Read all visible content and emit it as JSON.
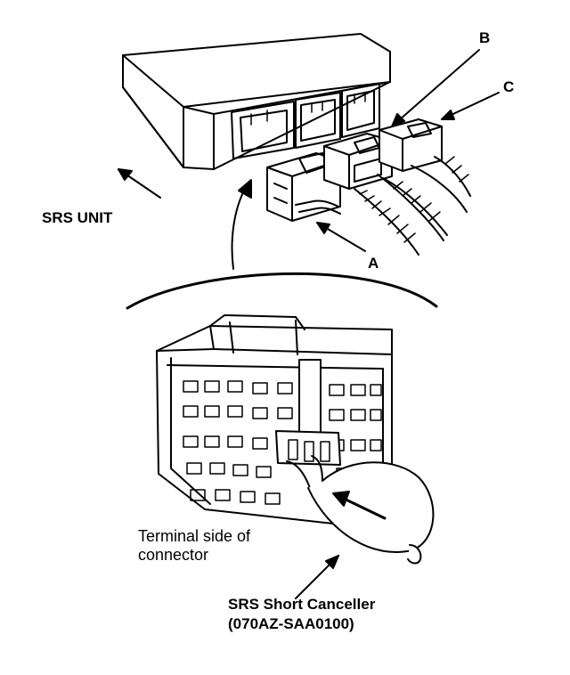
{
  "labels": {
    "srs_unit": "SRS UNIT",
    "a": "A",
    "b": "B",
    "c": "C",
    "terminal_line1": "Terminal side of",
    "terminal_line2": "connector",
    "canceller_line1": "SRS Short Canceller",
    "canceller_line2": "(070AZ-SAA0100)"
  },
  "colors": {
    "line": "#000000",
    "fill": "#ffffff"
  }
}
